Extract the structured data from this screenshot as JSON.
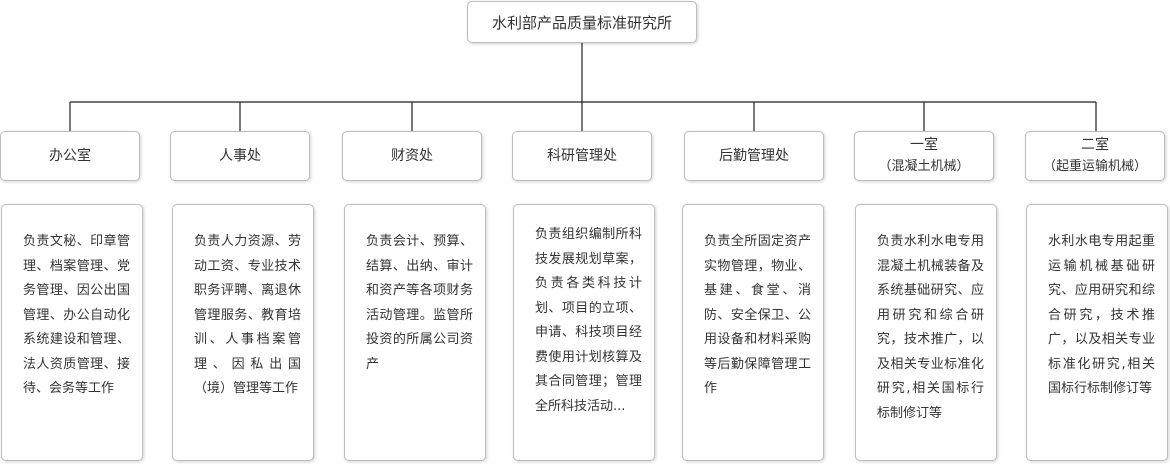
{
  "root": {
    "title": "水利部产品质量标准研究所"
  },
  "departments": [
    {
      "name": "办公室",
      "sub": "",
      "desc": "负责文秘、印章管理、档案管理、党务管理、因公出国管理、办公自动化系统建设和管理、法人资质管理、接待、会务等工作"
    },
    {
      "name": "人事处",
      "sub": "",
      "desc": "负责人力资源、劳动工资、专业技术职务评聘、离退休管理服务、教育培训、人事档案管理、因私出国（境）管理等工作"
    },
    {
      "name": "财资处",
      "sub": "",
      "desc": "负责会计、预算、结算、出纳、审计和资产等各项财务活动管理。监管所投资的所属公司资产"
    },
    {
      "name": "科研管理处",
      "sub": "",
      "desc": "负责组织编制所科技发展规划草案，负责各类科技计划、项目的立项、申请、科技项目经费使用计划核算及其合同管理；管理全所科技活动..."
    },
    {
      "name": "后勤管理处",
      "sub": "",
      "desc": "负责全所固定资产实物管理，物业、基建、食堂、消防、安全保卫、公用设备和材料采购等后勤保障管理工作"
    },
    {
      "name": "一室",
      "sub": "（混凝土机械）",
      "desc": "负责水利水电专用混凝土机械装备及系统基础研究、应用研究和综合研究，技术推广，以及相关专业标准化研究,相关国标行标制修订等"
    },
    {
      "name": "二室",
      "sub": "（起重运输机械）",
      "desc": "水利水电专用起重运输机械基础研究、应用研究和综合研究，技术推广，以及相关专业标准化研究,相关国标行标制修订等"
    }
  ]
}
